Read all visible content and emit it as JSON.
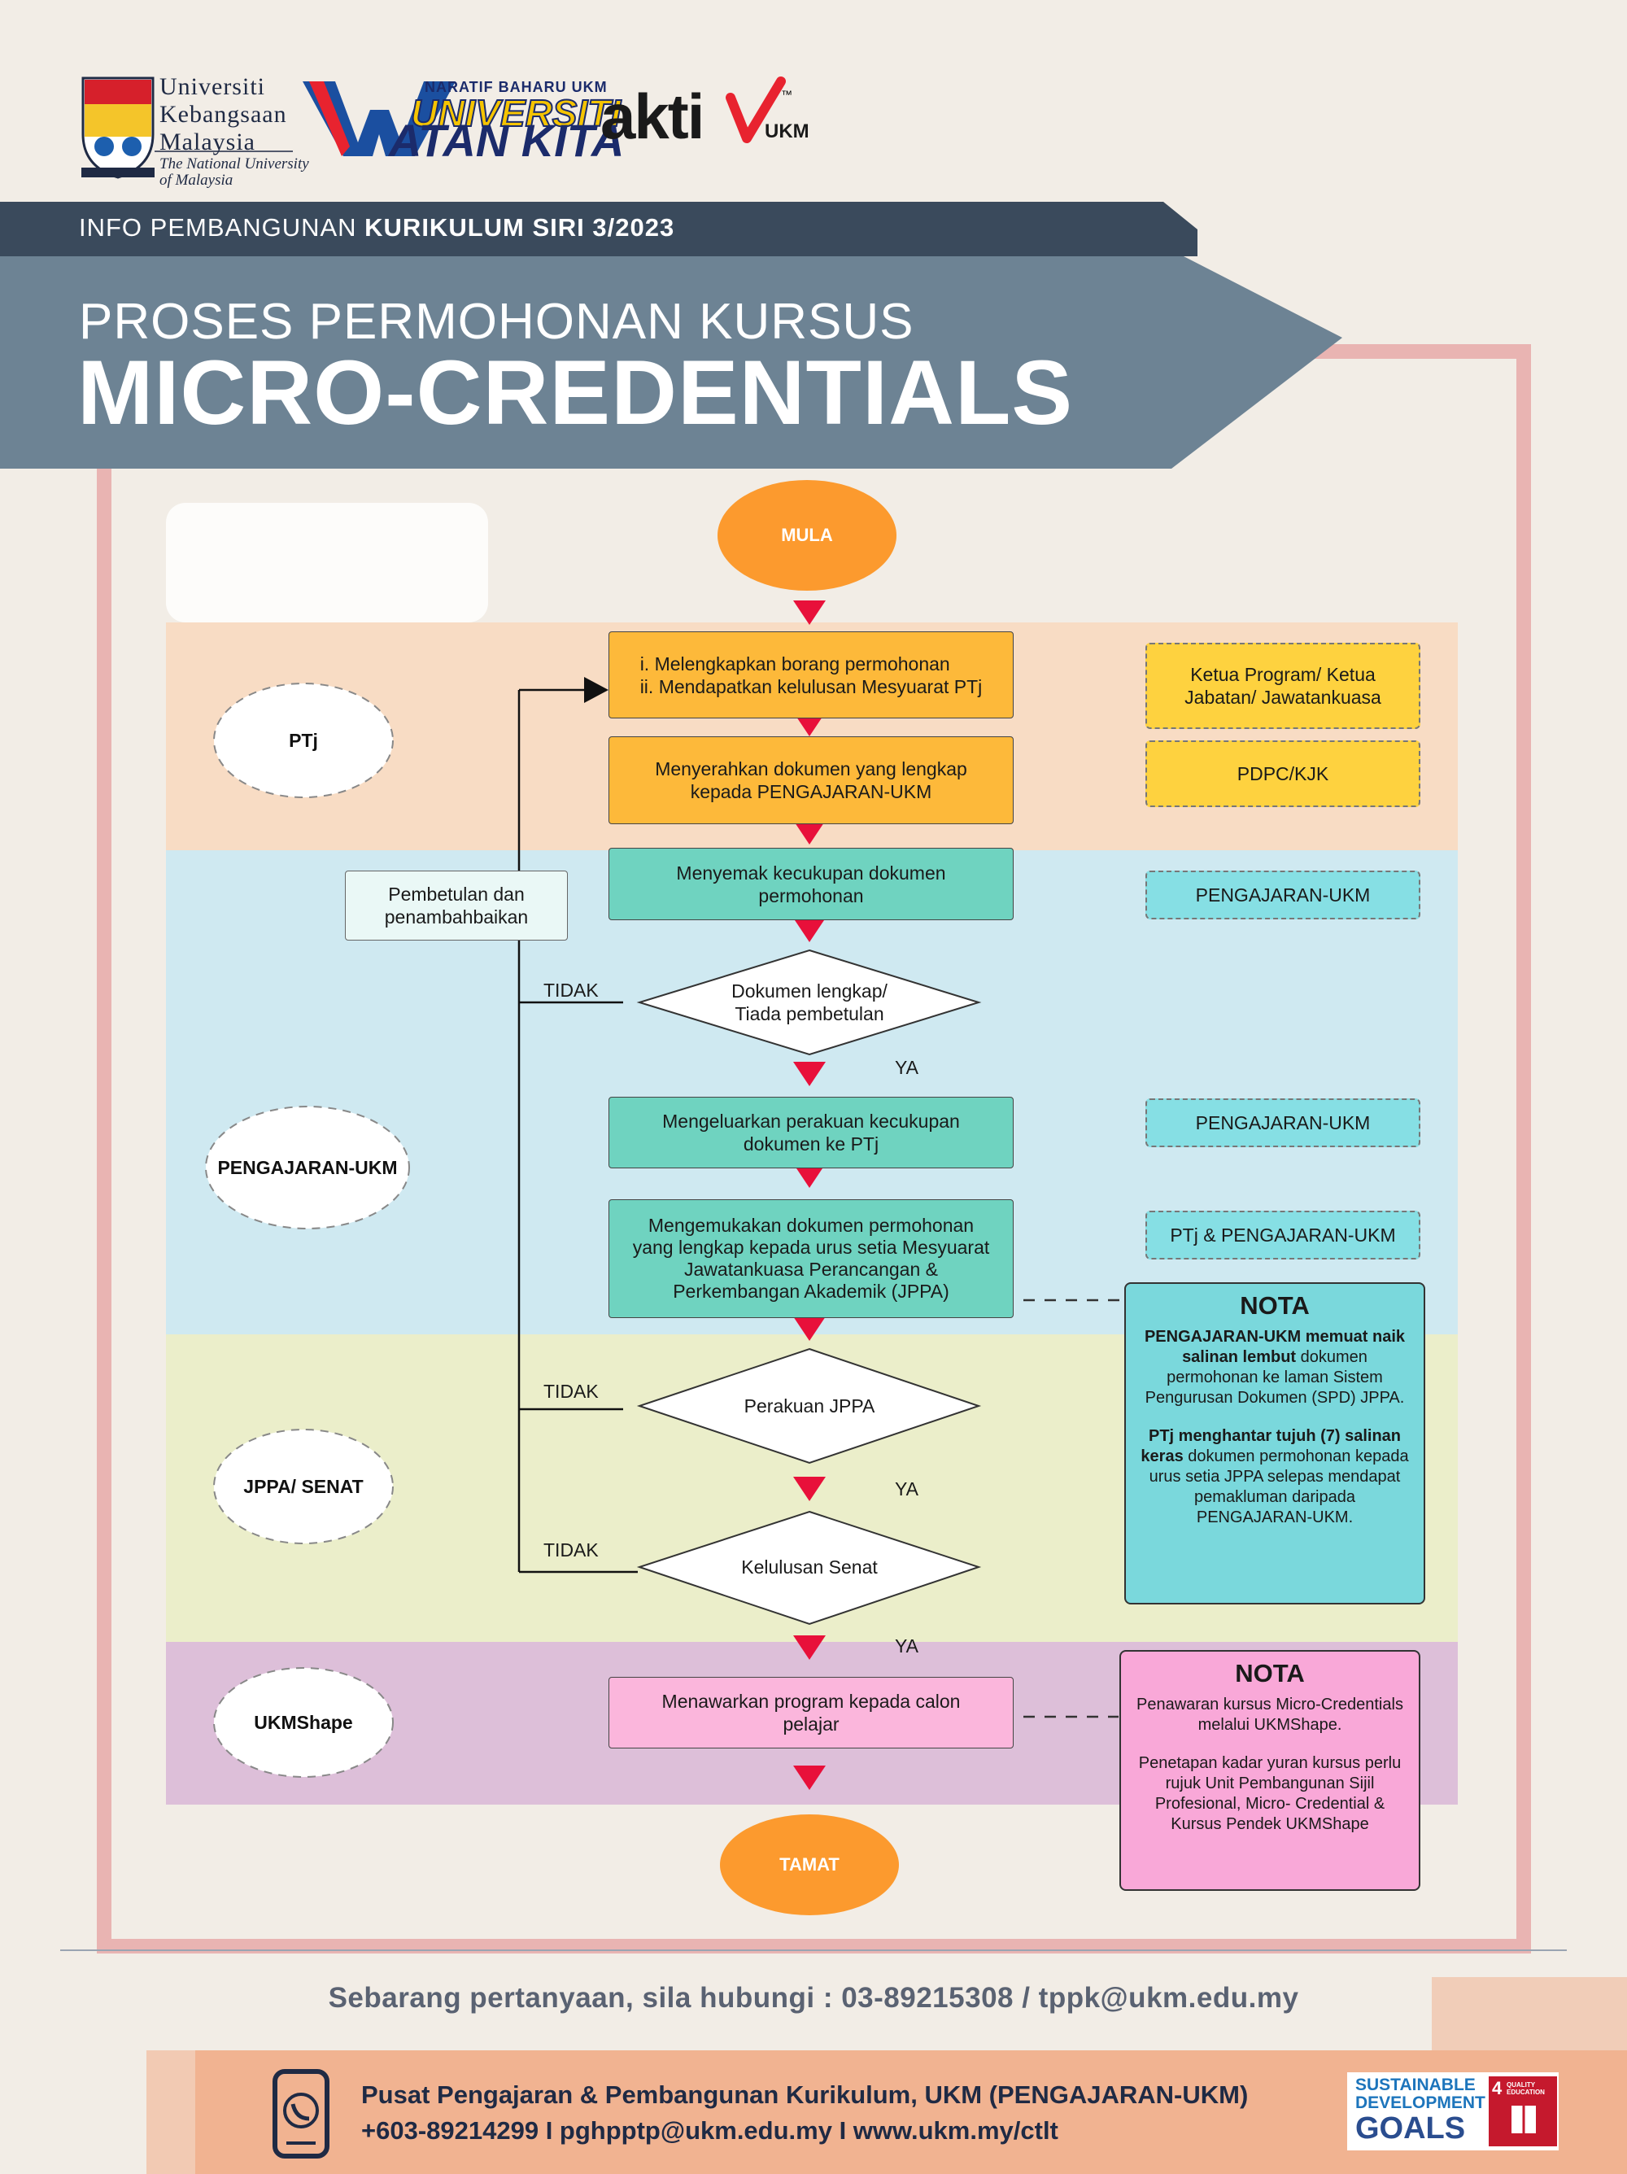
{
  "header": {
    "ukm_logo": {
      "lines": [
        "Universiti",
        "Kebangsaan",
        "Malaysia"
      ],
      "tagline_1": "The National University",
      "tagline_2": "of Malaysia"
    },
    "uwk_logo": {
      "top": "NARATIF BAHARU UKM",
      "mid": "UNIVERSITI",
      "bottom": "ATAN KITA"
    },
    "aktiv_logo": {
      "main": "akti",
      "sub": "UKM",
      "tm": "™"
    }
  },
  "banner": {
    "series_prefix": "INFO PEMBANGUNAN ",
    "series_bold": "KURIKULUM SIRI 3/2023",
    "title_line1": "PROSES PERMOHONAN KURSUS",
    "title_line2": "MICRO-CREDENTIALS"
  },
  "lanes": {
    "ptj": "PTj",
    "pengajaran": "PENGAJARAN-UKM",
    "jppa": "JPPA/ SENAT",
    "ukmshape": "UKMShape"
  },
  "flow": {
    "start": "MULA",
    "end": "TAMAT",
    "step1": "i. Melengkapkan borang permohonan\nii. Mendapatkan kelulusan Mesyuarat PTj",
    "step2": "Menyerahkan dokumen yang lengkap\nkepada PENGAJARAN-UKM",
    "step3": "Menyemak kecukupan dokumen\npermohonan",
    "decision1": "Dokumen lengkap/\nTiada pembetulan",
    "step4": "Mengeluarkan perakuan kecukupan\ndokumen ke PTj",
    "step5": "Mengemukakan dokumen permohonan\nyang lengkap kepada urus setia Mesyuarat\nJawatankuasa Perancangan &\nPerkembangan Akademik (JPPA)",
    "decision2": "Perakuan JPPA",
    "decision3": "Kelulusan Senat",
    "step6": "Menawarkan program kepada calon\npelajar",
    "correction": "Pembetulan dan\npenambahbaikan",
    "tidak": "TIDAK",
    "ya": "YA"
  },
  "roles": {
    "r1": "Ketua Program/ Ketua\nJabatan/ Jawatankuasa",
    "r2": "PDPC/KJK",
    "r3": "PENGAJARAN-UKM",
    "r4": "PENGAJARAN-UKM",
    "r5": "PTj & PENGAJARAN-UKM"
  },
  "nota1": {
    "title": "NOTA",
    "p1_bold": "PENGAJARAN-UKM memuat naik salinan lembut",
    "p1_rest": " dokumen permohonan ke laman Sistem Pengurusan Dokumen (SPD) JPPA.",
    "p2_bold": "PTj menghantar tujuh (7) salinan keras",
    "p2_rest": " dokumen permohonan kepada urus setia JPPA selepas mendapat pemakluman daripada PENGAJARAN-UKM."
  },
  "nota2": {
    "title": "NOTA",
    "p1": "Penawaran kursus Micro-Credentials melalui UKMShape.",
    "p2": "Penetapan kadar yuran kursus perlu rujuk Unit Pembangunan Sijil Profesional, Micro- Credential & Kursus Pendek UKMShape"
  },
  "contact": "Sebarang pertanyaan, sila hubungi : 03-89215308 / tppk@ukm.edu.my",
  "footer": {
    "line1": "Pusat Pengajaran & Pembangunan Kurikulum, UKM (PENGAJARAN-UKM)",
    "line2": "+603-89214299 I pghpptp@ukm.edu.my I www.ukm.my/ctlt",
    "sdg_1": "SUSTAINABLE",
    "sdg_2": "DEVELOPMENT",
    "sdg_3": "GOALS",
    "sdg_num": "4",
    "sdg_badge": "QUALITY EDUCATION"
  },
  "colors": {
    "banner_dark": "#3a4a5c",
    "banner_mid": "#6d8394",
    "frame_pink": "#e9b4b2",
    "lane_ptj": "#f8dcc4",
    "lane_pengajaran": "#cfe9f1",
    "lane_jppa": "#ebeeca",
    "lane_ukmshape": "#ddbfd9",
    "terminal_orange": "#fc9a2e",
    "arrow_red": "#e8103a",
    "footer_band": "#f1b391"
  }
}
